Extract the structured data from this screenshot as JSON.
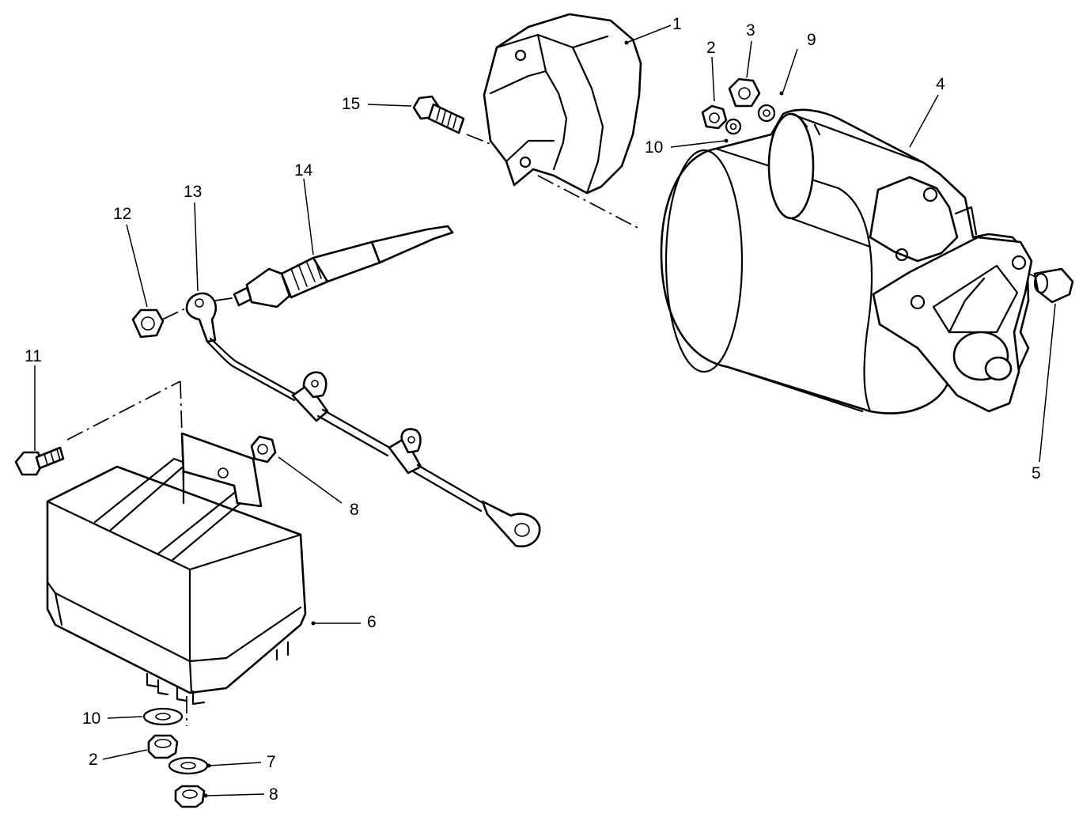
{
  "callouts": [
    {
      "id": "c1",
      "label": "1"
    },
    {
      "id": "c2a",
      "label": "2"
    },
    {
      "id": "c3",
      "label": "3"
    },
    {
      "id": "c9",
      "label": "9"
    },
    {
      "id": "c4",
      "label": "4"
    },
    {
      "id": "c10a",
      "label": "10"
    },
    {
      "id": "c15",
      "label": "15"
    },
    {
      "id": "c14",
      "label": "14"
    },
    {
      "id": "c13",
      "label": "13"
    },
    {
      "id": "c12",
      "label": "12"
    },
    {
      "id": "c11",
      "label": "11"
    },
    {
      "id": "c5",
      "label": "5"
    },
    {
      "id": "c8a",
      "label": "8"
    },
    {
      "id": "c6",
      "label": "6"
    },
    {
      "id": "c10b",
      "label": "10"
    },
    {
      "id": "c2b",
      "label": "2"
    },
    {
      "id": "c7",
      "label": "7"
    },
    {
      "id": "c8b",
      "label": "8"
    }
  ]
}
